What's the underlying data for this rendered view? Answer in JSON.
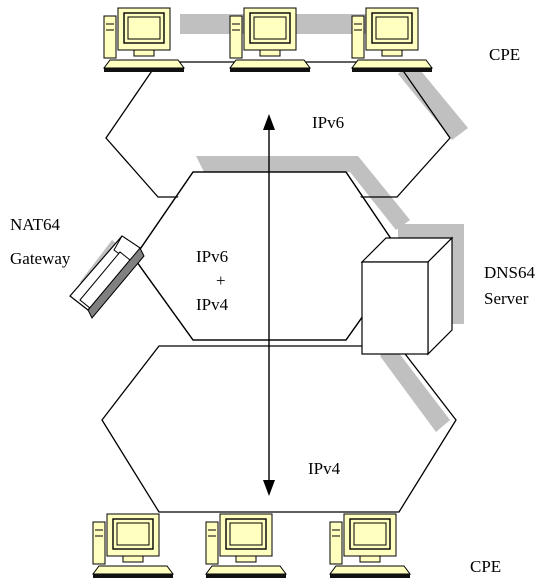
{
  "diagram": {
    "top_label": "CPE",
    "bottom_label": "CPE",
    "upper_network": "IPv6",
    "core_network": {
      "line1": "IPv6",
      "line2": "+",
      "line3": "IPv4"
    },
    "lower_network": "IPv4",
    "nat_gateway": {
      "line1": "NAT64",
      "line2": "Gateway"
    },
    "dns_server": {
      "line1": "DNS64",
      "line2": "Server"
    }
  },
  "colors": {
    "stroke": "#000000",
    "shadow": "#c0c0c0",
    "computer_body": "#ffffc0",
    "background": "#ffffff"
  }
}
